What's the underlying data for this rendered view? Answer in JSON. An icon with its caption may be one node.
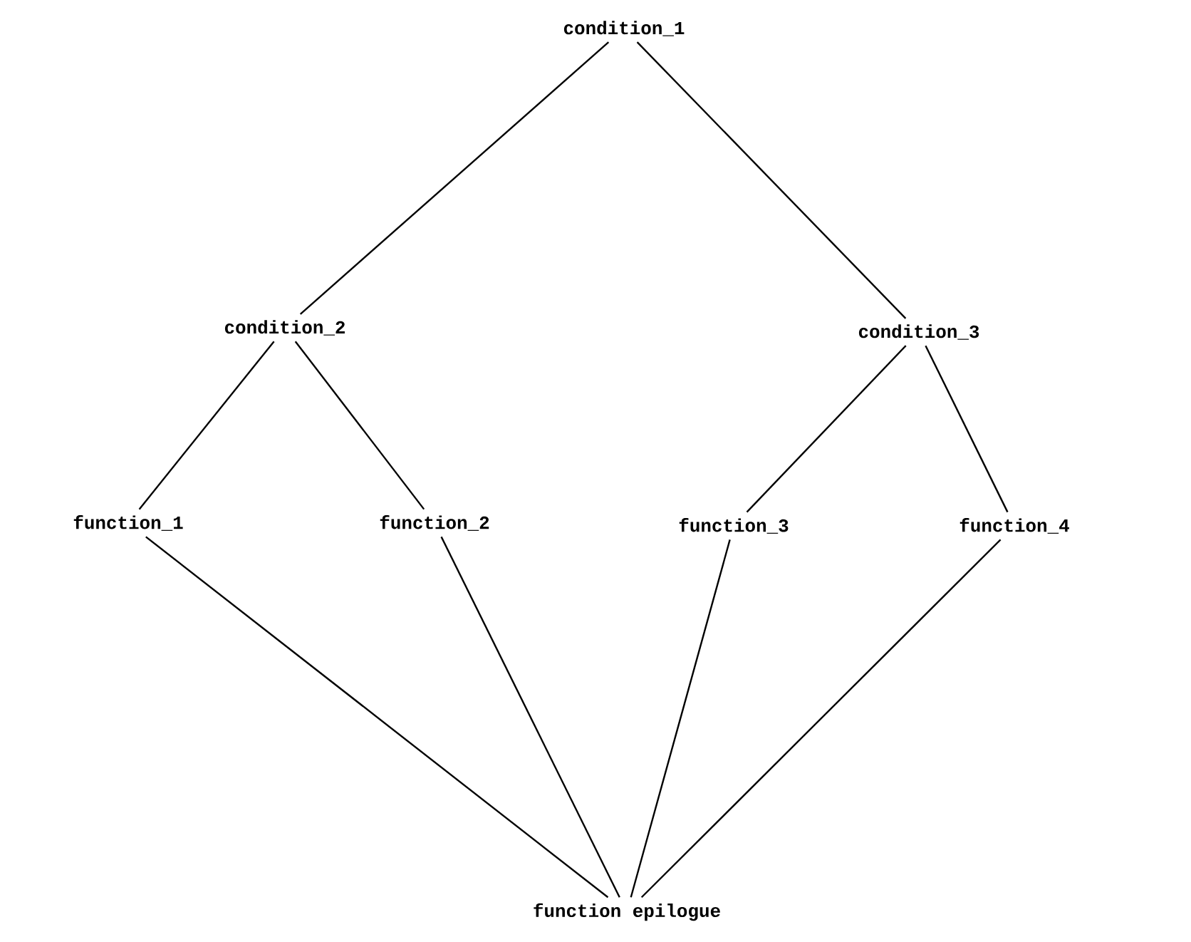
{
  "diagram": {
    "nodes": [
      {
        "text": [
          "condition_1"
        ]
      },
      {
        "text": [
          "condition_2"
        ]
      },
      {
        "text": [
          "condition_3"
        ]
      },
      {
        "text": [
          "function_1"
        ]
      },
      {
        "text": [
          "function_2"
        ]
      },
      {
        "text": [
          "function_3"
        ]
      },
      {
        "text": [
          "function_4"
        ]
      },
      {
        "text": [
          "function epilogue"
        ]
      }
    ],
    "edges": [
      {
        "from": 0,
        "to": 1,
        "arrow": "none"
      },
      {
        "from": 0,
        "to": 2,
        "arrow": "none"
      },
      {
        "from": 1,
        "to": 3,
        "arrow": "none"
      },
      {
        "from": 1,
        "to": 4,
        "arrow": "none"
      },
      {
        "from": 2,
        "to": 5,
        "arrow": "none"
      },
      {
        "from": 2,
        "to": 6,
        "arrow": "none"
      },
      {
        "from": 3,
        "to": 7,
        "arrow": "none"
      },
      {
        "from": 4,
        "to": 7,
        "arrow": "none"
      },
      {
        "from": 5,
        "to": 7,
        "arrow": "none"
      },
      {
        "from": 6,
        "to": 7,
        "arrow": "none"
      }
    ]
  }
}
